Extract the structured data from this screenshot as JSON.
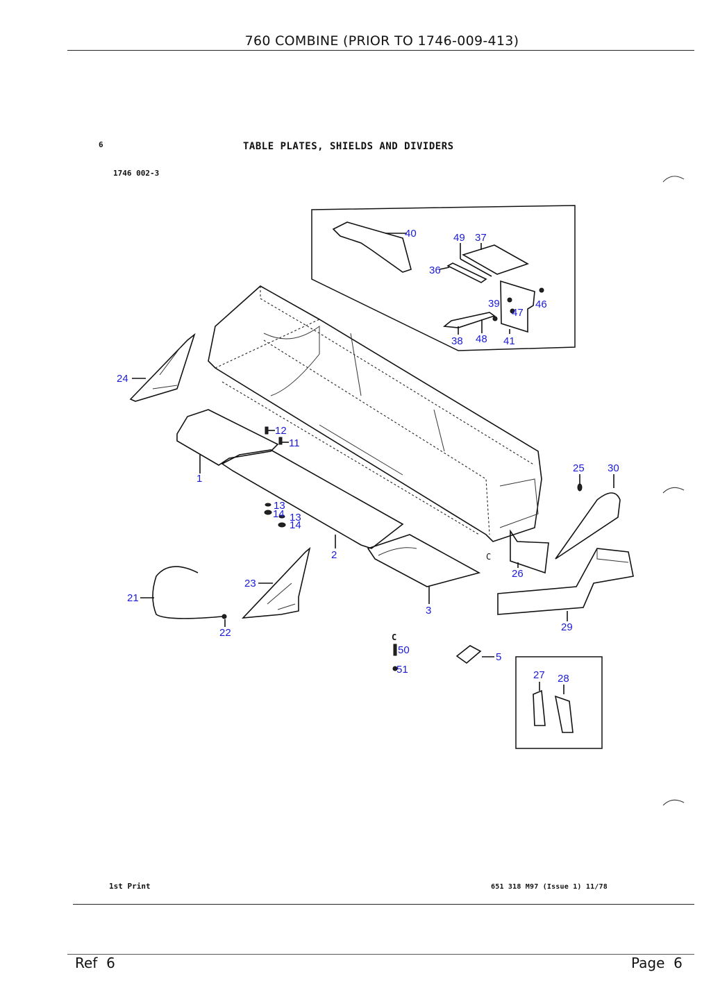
{
  "header": {
    "title": "760 COMBINE (PRIOR TO 1746-009-413)"
  },
  "section": {
    "number": "6",
    "title": "TABLE PLATES, SHIELDS AND DIVIDERS",
    "plate_code": "1746 002-3"
  },
  "diagram": {
    "callouts": [
      "1",
      "2",
      "3",
      "5",
      "11",
      "12",
      "13",
      "14",
      "13",
      "14",
      "21",
      "22",
      "23",
      "24",
      "25",
      "26",
      "27",
      "28",
      "29",
      "30",
      "36",
      "37",
      "38",
      "39",
      "40",
      "41",
      "46",
      "47",
      "48",
      "49",
      "50",
      "51"
    ],
    "markers": [
      "C",
      "C"
    ]
  },
  "print_note": "1st Print",
  "publication": "651 318 M97 (Issue 1) 11/78",
  "footer": {
    "ref_label": "Ref",
    "ref_value": "6",
    "page_label": "Page",
    "page_value": "6"
  }
}
